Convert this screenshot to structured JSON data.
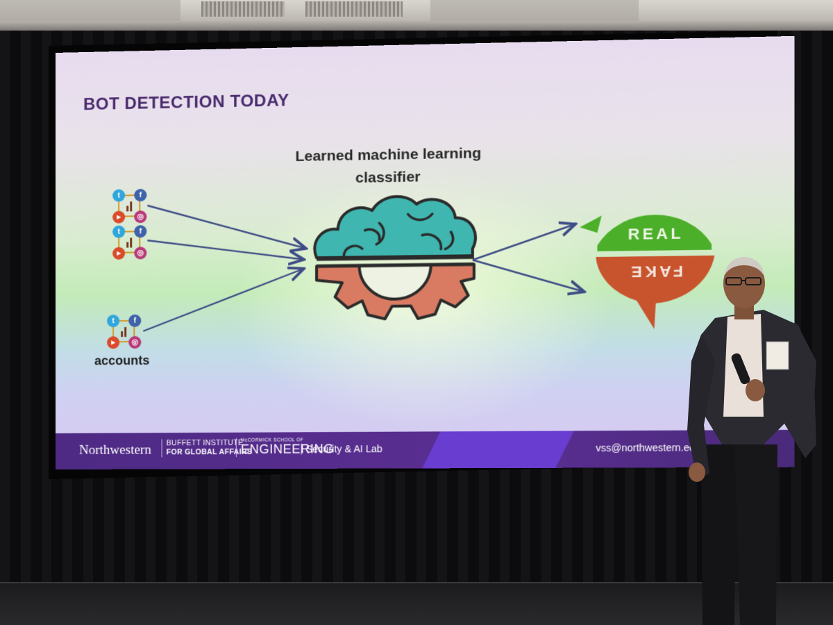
{
  "slide": {
    "title": "BOT DETECTION TODAY",
    "classifier_label": "Learned machine learning\nclassifier",
    "accounts_label": "accounts",
    "real_label": "REAL",
    "fake_label": "FAKE",
    "footer": {
      "northwestern": "Northwestern",
      "buffett_line1": "BUFFETT INSTITUTE",
      "buffett_line2": "FOR GLOBAL AFFAIRS",
      "mccormick_small": "McCORMICK SCHOOL OF",
      "engineering": "ENGINEERING",
      "lab": "Security & AI Lab",
      "email": "vss@northwestern.edu"
    },
    "icons": {
      "twitter": "twitter-icon",
      "facebook": "facebook-icon",
      "youtube": "youtube-icon",
      "instagram": "instagram-icon"
    },
    "colors": {
      "title": "#4a2a6e",
      "footer": "#4e2a84",
      "brain": "#3fb6b0",
      "gear": "#d97b62",
      "real": "#4caf2a",
      "fake": "#c8542e",
      "arrow": "#3e4c86"
    }
  }
}
